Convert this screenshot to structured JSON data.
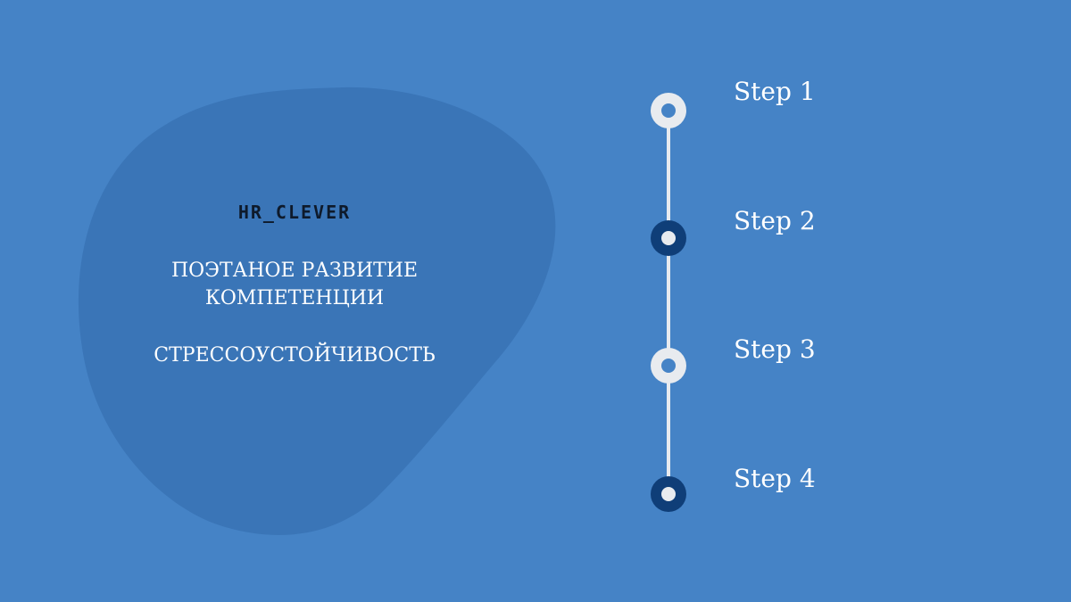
{
  "brand": "HR_CLEVER",
  "headline": "ПОЭТАНОЕ РАЗВИТИЕ КОМПЕТЕНЦИИ",
  "subline": "СТРЕССОУСТОЙЧИВОСТЬ",
  "steps": [
    {
      "label": "Step 1",
      "style": "light"
    },
    {
      "label": "Step 2",
      "style": "dark"
    },
    {
      "label": "Step 3",
      "style": "light"
    },
    {
      "label": "Step 4",
      "style": "dark"
    }
  ],
  "colors": {
    "background": "#4583c6",
    "blob": "#3a75b7",
    "line": "#e8ebef",
    "marker_light": "#e8ebef",
    "marker_dark": "#0f3e78",
    "marker_center": "#e8ebef",
    "text": "#ffffff",
    "brand_text": "#0e1a2b"
  }
}
